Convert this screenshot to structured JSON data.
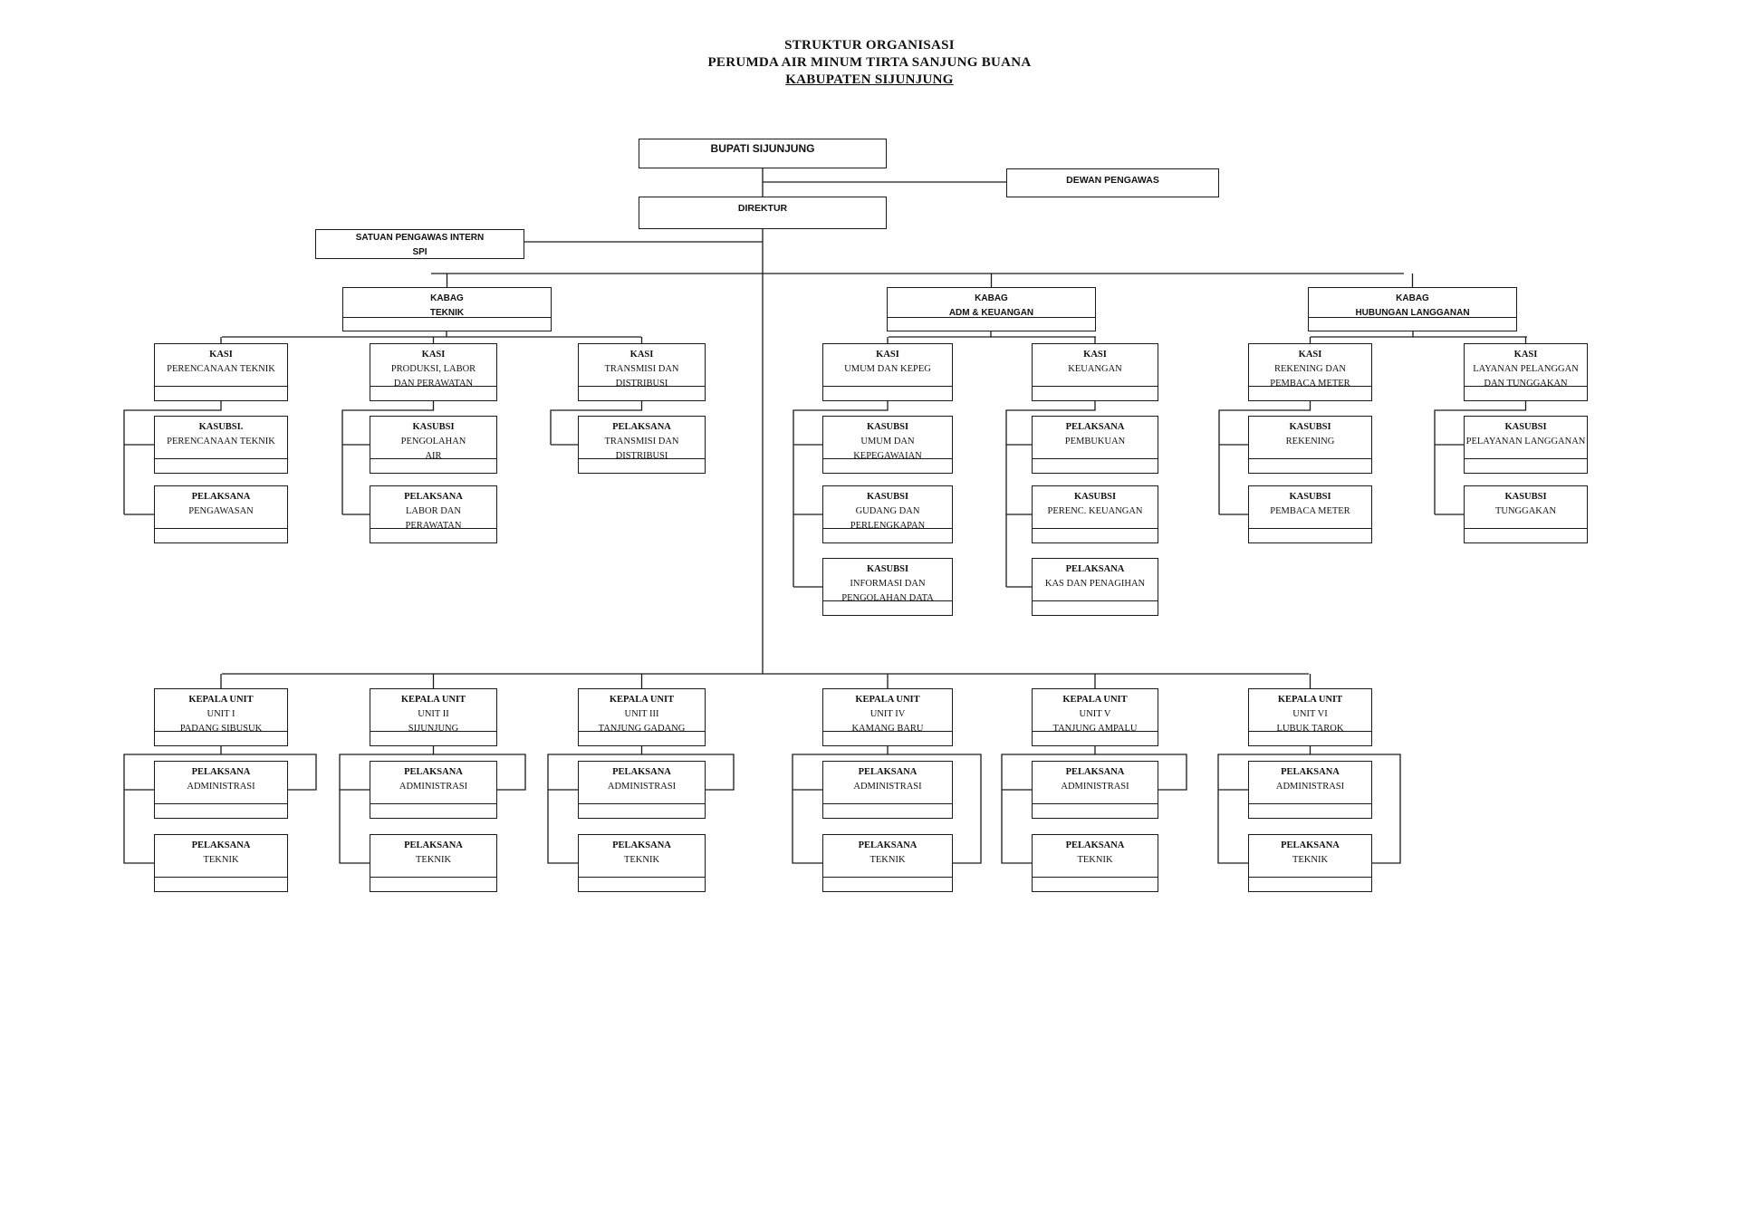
{
  "header": {
    "line1": "STRUKTUR ORGANISASI",
    "line2": "PERUMDA AIR MINUM TIRTA SANJUNG BUANA",
    "line3": "KABUPATEN SIJUNJUNG"
  },
  "top": {
    "bupati": "BUPATI SIJUNJUNG",
    "dewan": "DEWAN PENGAWAS",
    "direktur": "DIREKTUR",
    "spi_line1": "SATUAN PENGAWAS INTERN",
    "spi_line2": "SPI"
  },
  "kabag": {
    "teknik": [
      "KABAG",
      "TEKNIK"
    ],
    "adm": [
      "KABAG",
      "ADM & KEUANGAN"
    ],
    "hubungan": [
      "KABAG",
      "HUBUNGAN LANGGANAN"
    ]
  },
  "kasi": {
    "perencanaan": [
      "KASI",
      "PERENCANAAN TEKNIK"
    ],
    "produksi": [
      "KASI",
      "PRODUKSI, LABOR",
      "DAN PERAWATAN"
    ],
    "transmisi": [
      "KASI",
      "TRANSMISI DAN",
      "DISTRIBUSI"
    ],
    "umum": [
      "KASI",
      "UMUM DAN KEPEG"
    ],
    "keuangan": [
      "KASI",
      "KEUANGAN"
    ],
    "rekening": [
      "KASI",
      "REKENING DAN",
      "PEMBACA METER"
    ],
    "layanan": [
      "KASI",
      "LAYANAN PELANGGAN",
      "DAN TUNGGAKAN"
    ]
  },
  "sub": {
    "kasubsi_perencanaan": [
      "KASUBSI.",
      "PERENCANAAN TEKNIK"
    ],
    "pelaksana_pengawasan": [
      "PELAKSANA",
      "PENGAWASAN"
    ],
    "kasubsi_pengolahan": [
      "KASUBSI",
      "PENGOLAHAN",
      "AIR"
    ],
    "pelaksana_labor": [
      "PELAKSANA",
      "LABOR DAN",
      "PERAWATAN"
    ],
    "pelaksana_transmisi": [
      "PELAKSANA",
      "TRANSMISI DAN",
      "DISTRIBUSI"
    ],
    "kasubsi_umum": [
      "KASUBSI",
      "UMUM DAN",
      "KEPEGAWAIAN"
    ],
    "kasubsi_gudang": [
      "KASUBSI",
      "GUDANG DAN",
      "PERLENGKAPAN"
    ],
    "kasubsi_informasi": [
      "KASUBSI",
      "INFORMASI DAN",
      "PENGOLAHAN DATA"
    ],
    "pelaksana_pembukuan": [
      "PELAKSANA",
      "PEMBUKUAN"
    ],
    "kasubsi_perenc_keuangan": [
      "KASUBSI",
      "PERENC. KEUANGAN"
    ],
    "pelaksana_kas": [
      "PELAKSANA",
      "KAS DAN PENAGIHAN"
    ],
    "kasubsi_rekening": [
      "KASUBSI",
      "REKENING"
    ],
    "kasubsi_pembaca": [
      "KASUBSI",
      "PEMBACA METER"
    ],
    "kasubsi_pelayanan": [
      "KASUBSI",
      "PELAYANAN LANGGANAN"
    ],
    "kasubsi_tunggakan": [
      "KASUBSI",
      "TUNGGAKAN"
    ]
  },
  "units": [
    {
      "head": [
        "KEPALA UNIT",
        "UNIT I",
        "PADANG SIBUSUK"
      ],
      "adm": [
        "PELAKSANA",
        "ADMINISTRASI"
      ],
      "tek": [
        "PELAKSANA",
        "TEKNIK"
      ]
    },
    {
      "head": [
        "KEPALA UNIT",
        "UNIT II",
        "SIJUNJUNG"
      ],
      "adm": [
        "PELAKSANA",
        "ADMINISTRASI"
      ],
      "tek": [
        "PELAKSANA",
        "TEKNIK"
      ]
    },
    {
      "head": [
        "KEPALA UNIT",
        "UNIT III",
        "TANJUNG GADANG"
      ],
      "adm": [
        "PELAKSANA",
        "ADMINISTRASI"
      ],
      "tek": [
        "PELAKSANA",
        "TEKNIK"
      ]
    },
    {
      "head": [
        "KEPALA UNIT",
        "UNIT IV",
        "KAMANG BARU"
      ],
      "adm": [
        "PELAKSANA",
        "ADMINISTRASI"
      ],
      "tek": [
        "PELAKSANA",
        "TEKNIK"
      ]
    },
    {
      "head": [
        "KEPALA UNIT",
        "UNIT V",
        "TANJUNG AMPALU"
      ],
      "adm": [
        "PELAKSANA",
        "ADMINISTRASI"
      ],
      "tek": [
        "PELAKSANA",
        "TEKNIK"
      ]
    },
    {
      "head": [
        "KEPALA UNIT",
        "UNIT VI",
        "LUBUK TAROK"
      ],
      "adm": [
        "PELAKSANA",
        "ADMINISTRASI"
      ],
      "tek": [
        "PELAKSANA",
        "TEKNIK"
      ]
    }
  ]
}
